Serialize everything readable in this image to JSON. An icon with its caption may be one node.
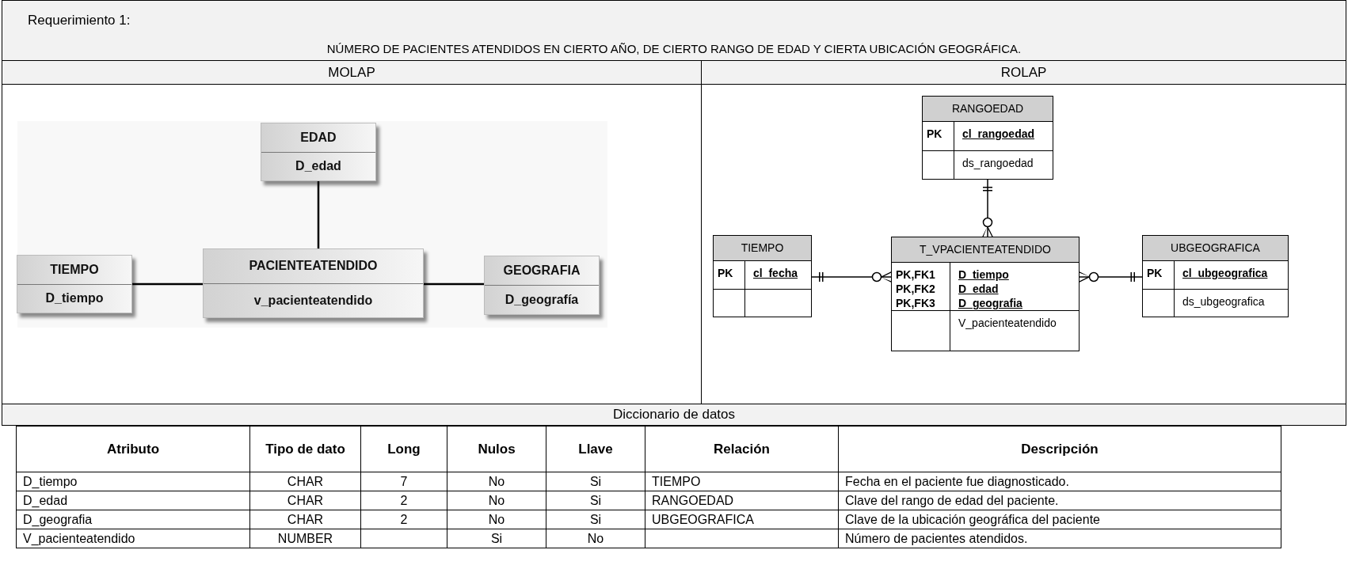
{
  "diagram": {
    "title": "Requerimiento 1:",
    "nodes": [
      {
        "text": [
          "EDAD",
          "D_edad"
        ]
      },
      {
        "text": [
          "TIEMPO",
          "D_tiempo"
        ]
      },
      {
        "text": [
          "PACIENTEATENDIDO",
          "v_pacienteatendido"
        ]
      },
      {
        "text": [
          "GEOGRAFIA",
          "D_geografía"
        ]
      },
      {
        "text": [
          "RANGOEDAD",
          "PK",
          "cl_rangoedad",
          "ds_rangoedad"
        ]
      },
      {
        "text": [
          "TIEMPO",
          "PK",
          "cl_fecha"
        ]
      },
      {
        "text": [
          "T_VPACIENTEATENDIDO",
          "PK,FK1",
          "PK,FK2",
          "PK,FK3",
          "D_tiempo",
          "D_edad",
          "D_geografia",
          "V_pacienteatendido"
        ]
      },
      {
        "text": [
          "UBGEOGRAFICA",
          "PK",
          "cl_ubgeografica",
          "ds_ubgeografica"
        ]
      }
    ],
    "edges": [
      {
        "from": 0,
        "to": 2,
        "arrow": "none"
      },
      {
        "from": 1,
        "to": 2,
        "arrow": "none"
      },
      {
        "from": 2,
        "to": 3,
        "arrow": "none"
      },
      {
        "from": 4,
        "to": 6,
        "arrow": "other"
      },
      {
        "from": 5,
        "to": 6,
        "arrow": "other"
      },
      {
        "from": 7,
        "to": 6,
        "arrow": "other"
      }
    ],
    "labels": [
      "NÚMERO DE PACIENTES ATENDIDOS EN CIERTO AÑO, DE CIERTO RANGO DE EDAD Y CIERTA UBICACIÓN GEOGRÁFICA.",
      "MOLAP",
      "ROLAP",
      "Diccionario de datos",
      "Atributo",
      "Tipo de dato",
      "Long",
      "Nulos",
      "Llave",
      "Relación",
      "Descripción",
      "D_tiempo",
      "CHAR",
      "7",
      "No",
      "Si",
      "TIEMPO",
      "Fecha en el paciente fue diagnosticado.",
      "D_edad",
      "CHAR",
      "2",
      "No",
      "Si",
      "RANGOEDAD",
      "Clave del rango de edad del paciente.",
      "D_geografia",
      "CHAR",
      "2",
      "No",
      "Si",
      "UBGEOGRAFICA",
      "Clave de la ubicación geográfica del paciente",
      "V_pacienteatendido",
      "NUMBER",
      "Si",
      "No",
      "Número de pacientes atendidos."
    ]
  }
}
